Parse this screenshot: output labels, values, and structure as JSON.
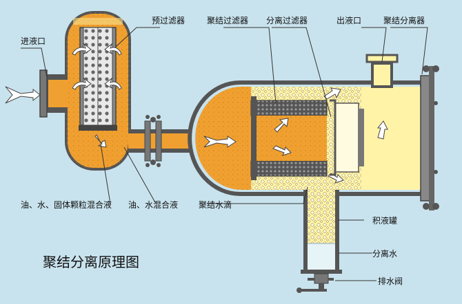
{
  "title": "聚结分离原理图",
  "labels": {
    "inlet": "进液口",
    "prefilter": "预过滤器",
    "coalescer": "聚结过滤器",
    "separator_filter": "分离过滤器",
    "outlet": "出液口",
    "coalescing_separator": "聚结分离器",
    "mixed_solid": "油、水、固体颗粒混合液",
    "mixed_oil_water": "油、水混合液",
    "coalesced_drops": "聚结水滴",
    "sump": "积液罐",
    "separated_water": "分离水",
    "drain_valve": "排水阀"
  },
  "colors": {
    "background": "#c9e3ee",
    "shell_fill": "#f0a030",
    "vessel_outline": "#555555",
    "cream": "#fff3a8",
    "sediment": "#f6e08a",
    "media": "#444444",
    "water": "#e6f3f7",
    "leader": "#333333"
  },
  "icons": [
    "flow-arrow-icon",
    "flange-icon",
    "drain-valve-icon"
  ]
}
